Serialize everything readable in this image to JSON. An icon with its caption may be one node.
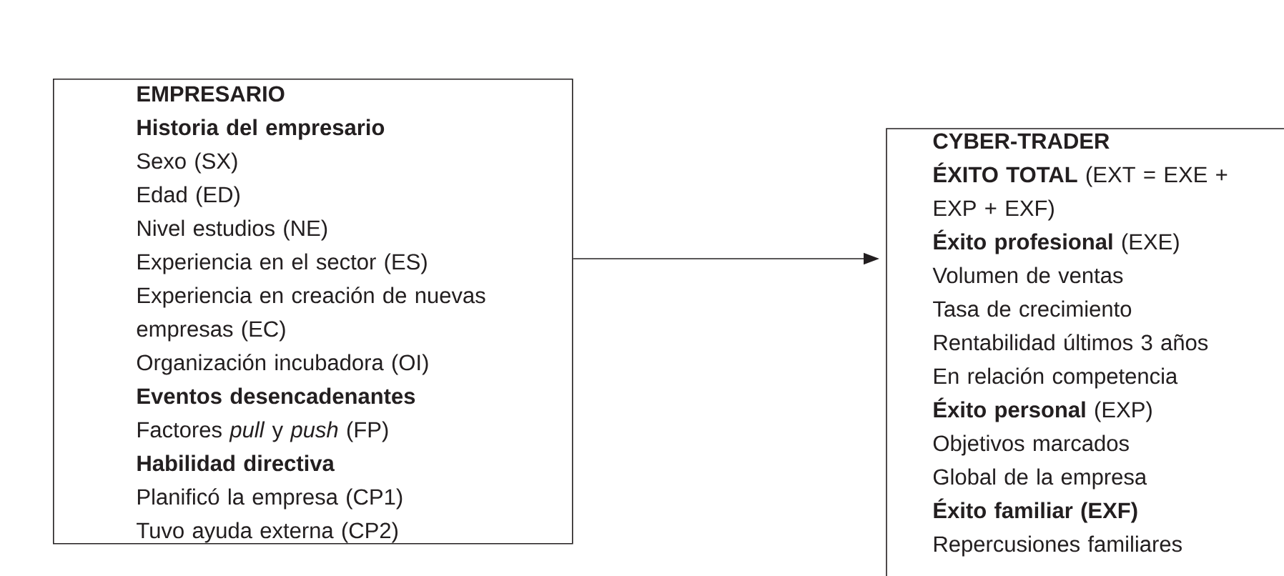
{
  "diagram": {
    "nodes": [
      {
        "text": [
          "EMPRESARIO",
          "Historia del empresario",
          "Sexo (SX)",
          "Edad (ED)",
          "Nivel estudios (NE)",
          "Experiencia en el sector (ES)",
          "Experiencia en creación de nuevas empresas (EC)",
          "Organización incubadora (OI)",
          "Eventos desencadenantes",
          "Factores *pull* y *push* (FP)",
          "Habilidad directiva",
          "Planificó la empresa (CP1)",
          "Tuvo ayuda externa (CP2)"
        ]
      },
      {
        "text": [
          "CYBER-TRADER",
          "**ÉXITO TOTAL** (EXT = EXE + EXP + EXF)",
          "**Éxito profesional** (EXE)",
          "Volumen de ventas",
          "Tasa de crecimiento",
          "Rentabilidad últimos 3 años",
          "En relación competencia",
          "**Éxito personal** (EXP)",
          "Objetivos marcados",
          "Global de la empresa",
          "Éxito familiar (EXF)",
          "Repercusiones familiares"
        ]
      }
    ],
    "edges": [
      {
        "from": 0,
        "to": 1,
        "arrow": "to"
      }
    ]
  }
}
